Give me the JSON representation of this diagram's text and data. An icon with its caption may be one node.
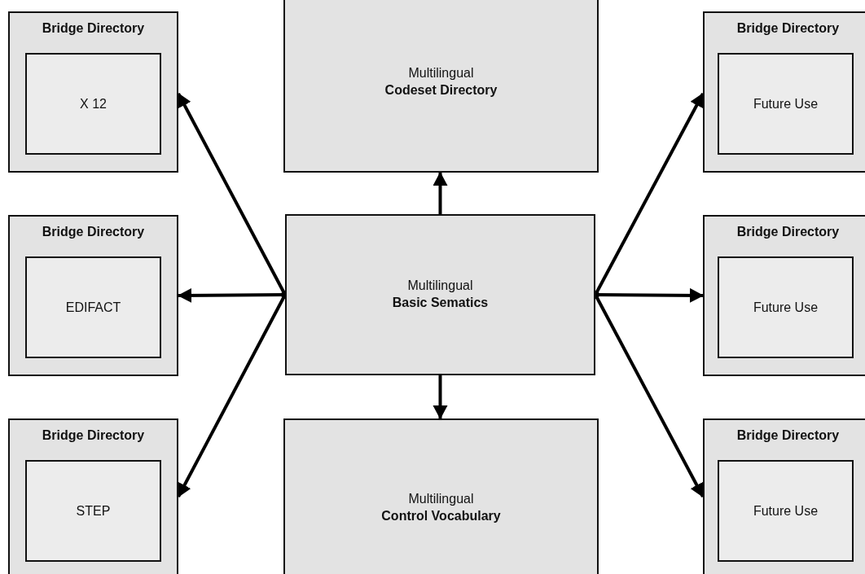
{
  "diagram": {
    "nodes": [
      {
        "text": [
          "Bridge Directory"
        ]
      },
      {
        "text": [
          "X 12"
        ],
        "in": 0
      },
      {
        "text": [
          "Multilingual",
          "Codeset Directory"
        ]
      },
      {
        "text": [
          "Bridge Directory"
        ]
      },
      {
        "text": [
          "Future Use"
        ],
        "in": 3
      },
      {
        "text": [
          "Bridge Directory"
        ]
      },
      {
        "text": [
          "EDIFACT"
        ],
        "in": 5
      },
      {
        "text": [
          "Multilingual",
          "Basic Sematics"
        ]
      },
      {
        "text": [
          "Bridge Directory"
        ]
      },
      {
        "text": [
          "Future Use"
        ],
        "in": 8
      },
      {
        "text": [
          "Bridge Directory"
        ]
      },
      {
        "text": [
          "STEP"
        ],
        "in": 10
      },
      {
        "text": [
          "Multilingual",
          "Control Vocabulary"
        ]
      },
      {
        "text": [
          "Bridge Directory"
        ]
      },
      {
        "text": [
          "Future Use"
        ],
        "in": 13
      }
    ],
    "edges": [
      {
        "from": 7,
        "to": 0,
        "arrow": "to"
      },
      {
        "from": 7,
        "to": 2,
        "arrow": "to"
      },
      {
        "from": 7,
        "to": 3,
        "arrow": "to"
      },
      {
        "from": 7,
        "to": 5,
        "arrow": "to"
      },
      {
        "from": 7,
        "to": 8,
        "arrow": "to"
      },
      {
        "from": 7,
        "to": 10,
        "arrow": "to"
      },
      {
        "from": 7,
        "to": 12,
        "arrow": "to"
      },
      {
        "from": 7,
        "to": 13,
        "arrow": "to"
      }
    ]
  }
}
